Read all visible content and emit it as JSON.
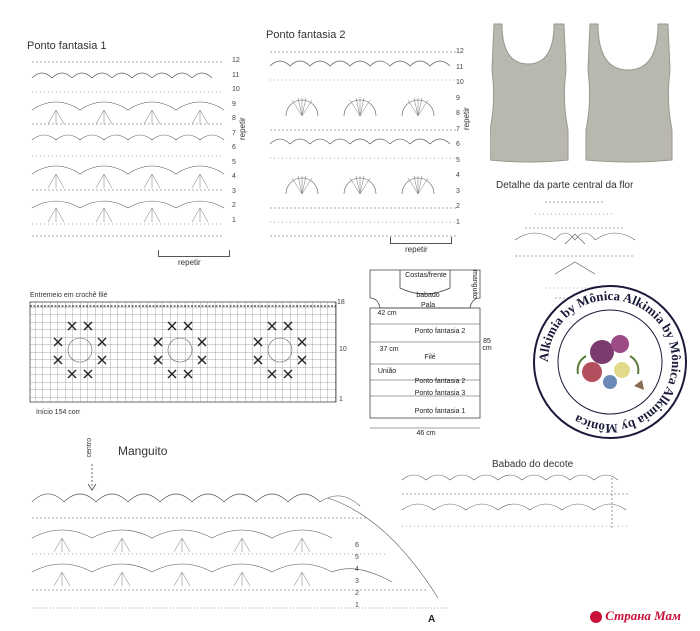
{
  "headings": {
    "ponto1": "Ponto fantasia 1",
    "ponto2": "Ponto fantasia 2",
    "detalhe": "Detalhe da parte central da flor",
    "entremeio": "Entremeio em crochê filé",
    "manguito": "Manguito",
    "babado": "Babado do decote"
  },
  "ponto1": {
    "rows": [
      "12",
      "11",
      "10",
      "9",
      "8",
      "7",
      "6",
      "5",
      "4",
      "3",
      "2",
      "1"
    ],
    "repeat_side": "repetir",
    "repeat_bottom": "repetir"
  },
  "ponto2": {
    "rows": [
      "12",
      "11",
      "10",
      "9",
      "8",
      "7",
      "6",
      "5",
      "4",
      "3",
      "2",
      "1"
    ],
    "repeat_side": "repetir",
    "repeat_bottom": "repetir"
  },
  "entremeio": {
    "row_top": "18",
    "row_mid": "10",
    "row_bottom": "1",
    "start": "Início 154 corr"
  },
  "schematic": {
    "top_label": "Costas/frente",
    "babado": "babado",
    "pala": "Pala",
    "side": "manguito",
    "w42": "42 cm",
    "pf2a": "Ponto fantasia 2",
    "w37": "37 cm",
    "file": "Filé",
    "uniao": "União",
    "height": "85 cm",
    "pf2b": "Ponto fantasia 2",
    "pf3": "Ponto fantasia 3",
    "pf1": "Ponto fantasia 1",
    "w46": "46 cm"
  },
  "stamp": {
    "ring_text": "Alkimia by Mônica Alkimia by Mônica Alkimia by Mônica"
  },
  "manguito": {
    "center": "centro",
    "rows": [
      "6",
      "5",
      "4",
      "3",
      "2",
      "1"
    ],
    "point": "A"
  },
  "watermark": "Страна Мам",
  "colors": {
    "garment": "#b9b8ae",
    "stamp_ring": "#1a1a3a",
    "brand": "#c8103a"
  }
}
